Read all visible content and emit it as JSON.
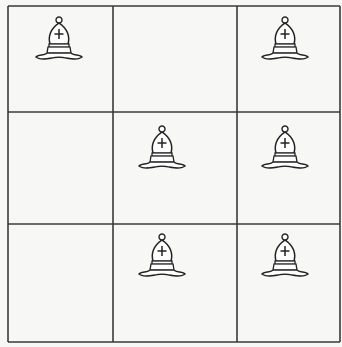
{
  "board": {
    "rows": 3,
    "cols": 3,
    "squares": [
      [
        "bishop",
        "",
        "bishop"
      ],
      [
        "",
        "bishop",
        "bishop"
      ],
      [
        "",
        "bishop",
        "bishop"
      ]
    ],
    "piece_color": "white",
    "line_color": "#3a3a3a",
    "background_color": "#f7f7f5"
  }
}
